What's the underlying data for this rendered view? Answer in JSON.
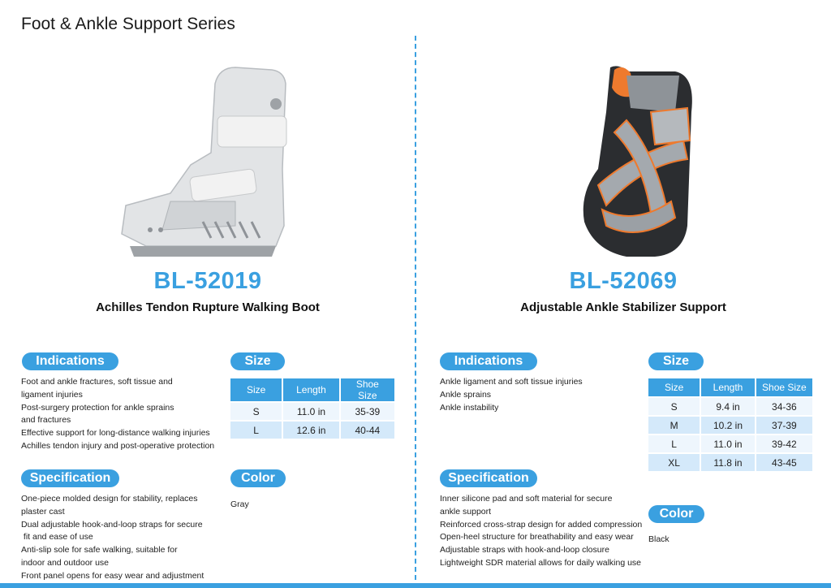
{
  "page": {
    "series_title": "Foot & Ankle Support Series"
  },
  "colors": {
    "accent": "#3aa0e0"
  },
  "left": {
    "model": "BL-52019",
    "name": "Achilles Tendon Rupture Walking Boot",
    "indications_label": "Indications",
    "indications": [
      "Foot and ankle fractures, soft tissue and",
      "ligament injuries",
      "Post-surgery protection for ankle sprains",
      "and fractures",
      "Effective support for long-distance walking injuries",
      "Achilles tendon injury and post-operative protection"
    ],
    "size_label": "Size",
    "size_headers": [
      "Size",
      "Length",
      "Shoe Size"
    ],
    "size_rows": [
      [
        "S",
        "11.0 in",
        "35-39"
      ],
      [
        "L",
        "12.6 in",
        "40-44"
      ]
    ],
    "specification_label": "Specification",
    "specification": [
      "One-piece molded design for stability, replaces",
      "plaster cast",
      "Dual adjustable hook-and-loop straps for secure",
      " fit and ease of use",
      "Anti-slip sole for safe walking, suitable for",
      "indoor and outdoor use",
      "Front panel opens for easy wear and adjustment"
    ],
    "color_label": "Color",
    "color_value": "Gray"
  },
  "right": {
    "model": "BL-52069",
    "name": "Adjustable Ankle Stabilizer Support",
    "indications_label": "Indications",
    "indications": [
      "Ankle ligament and soft tissue injuries",
      "Ankle sprains",
      "Ankle instability"
    ],
    "size_label": "Size",
    "size_headers": [
      "Size",
      "Length",
      "Shoe Size"
    ],
    "size_rows": [
      [
        "S",
        "9.4 in",
        "34-36"
      ],
      [
        "M",
        "10.2 in",
        "37-39"
      ],
      [
        "L",
        "11.0 in",
        "39-42"
      ],
      [
        "XL",
        "11.8 in",
        "43-45"
      ]
    ],
    "specification_label": "Specification",
    "specification": [
      "Inner silicone pad and soft material for secure",
      "ankle support",
      "Reinforced cross-strap design for added compression",
      "Open-heel structure for breathability and easy wear",
      "Adjustable straps with hook-and-loop closure",
      "Lightweight SDR material allows for daily walking use"
    ],
    "color_label": "Color",
    "color_value": "Black"
  }
}
